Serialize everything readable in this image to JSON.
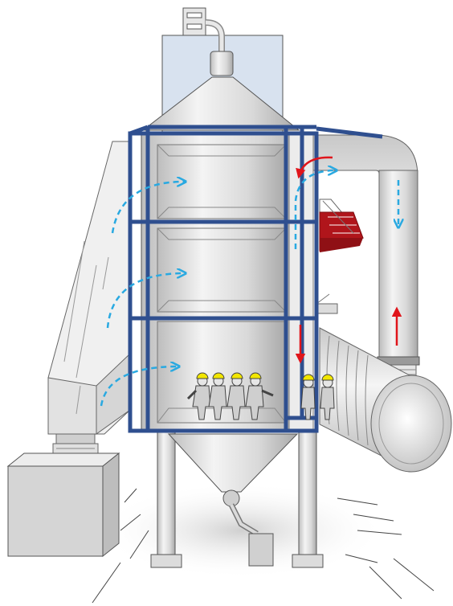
{
  "diagram": {
    "colors": {
      "frame": "#2f4f8f",
      "hot_flow": "#e0151b",
      "cool_flow": "#29a9e1",
      "stair": "#b0151b",
      "hardhat": "#f2e600",
      "sky_box": "#d8e2ef",
      "metal": "#e4e4e4",
      "outline": "#555555"
    },
    "components": [
      {
        "id": "vent-cap",
        "icon": "vent-cap-icon"
      },
      {
        "id": "exhaust-pipe",
        "icon": "exhaust-pipe-icon"
      },
      {
        "id": "top-hood",
        "icon": "hood-icon"
      },
      {
        "id": "main-tower",
        "icon": "tower-icon"
      },
      {
        "id": "steel-frame",
        "icon": "frame-icon"
      },
      {
        "id": "inlet-duct",
        "icon": "duct-icon"
      },
      {
        "id": "return-duct",
        "icon": "duct-icon"
      },
      {
        "id": "horizontal-drum",
        "icon": "drum-icon"
      },
      {
        "id": "hopper",
        "icon": "hopper-icon"
      },
      {
        "id": "fan-unit",
        "icon": "fan-box-icon"
      },
      {
        "id": "stairway",
        "icon": "stair-icon"
      },
      {
        "id": "workers",
        "icon": "worker-icon",
        "count": 6
      }
    ],
    "flows": [
      {
        "id": "cool-flow-level-1",
        "color_key": "cool_flow",
        "style": "dashed"
      },
      {
        "id": "cool-flow-level-2",
        "color_key": "cool_flow",
        "style": "dashed"
      },
      {
        "id": "cool-flow-level-3",
        "color_key": "cool_flow",
        "style": "dashed"
      },
      {
        "id": "cool-flow-return-top",
        "color_key": "cool_flow",
        "style": "dashed"
      },
      {
        "id": "cool-flow-right-down",
        "color_key": "cool_flow",
        "style": "dashed"
      },
      {
        "id": "hot-flow-top-curl",
        "color_key": "hot_flow",
        "style": "solid"
      },
      {
        "id": "hot-flow-down",
        "color_key": "hot_flow",
        "style": "solid"
      },
      {
        "id": "hot-flow-up",
        "color_key": "hot_flow",
        "style": "solid"
      }
    ]
  }
}
